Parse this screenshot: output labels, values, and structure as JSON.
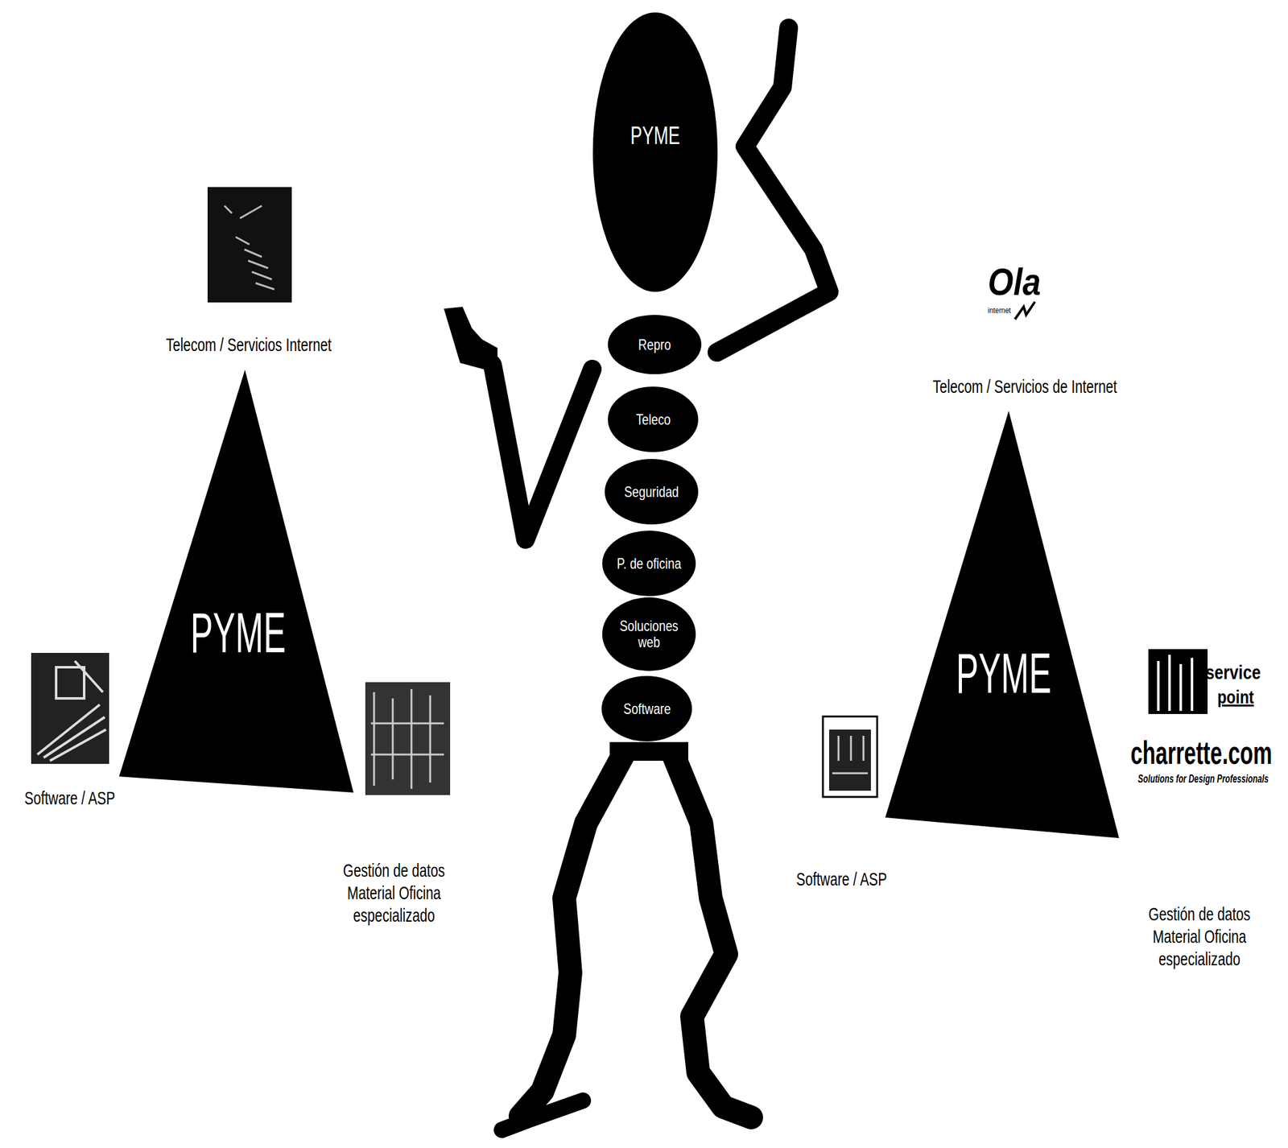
{
  "diagram": {
    "nodes": [
      {
        "text": [
          "PYME"
        ]
      },
      {
        "text": [
          "Repro"
        ]
      },
      {
        "text": [
          "Teleco"
        ]
      },
      {
        "text": [
          "Seguridad"
        ]
      },
      {
        "text": [
          "P. de oficina"
        ]
      },
      {
        "text": [
          "Soluciones web"
        ]
      },
      {
        "text": [
          "Software"
        ]
      },
      {
        "text": [
          "PYME"
        ]
      },
      {
        "text": [
          "PYME"
        ]
      }
    ],
    "labels": [
      "Telecom / Servicios Internet",
      "Software / ASP",
      "Gestión de datos Material Oficina especializado",
      "Ola",
      "internet",
      "Telecom / Servicios de Internet",
      "service",
      "point",
      "charrette.com",
      "Solutions for Design Professionals",
      "Software / ASP",
      "Gestión de datos Material Oficina especializado"
    ]
  }
}
